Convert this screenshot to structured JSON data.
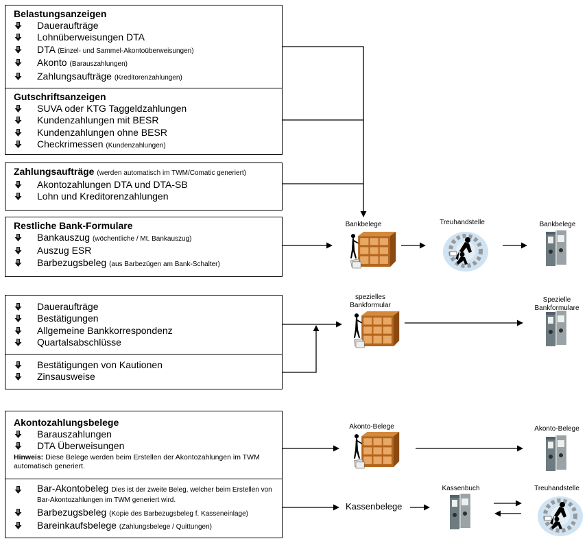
{
  "box1": {
    "title1": "Belastungsanzeigen",
    "items1": [
      {
        "text": "Daueraufträge",
        "note": ""
      },
      {
        "text": "Lohnüberweisungen DTA",
        "note": ""
      },
      {
        "text": "DTA",
        "note": "(Einzel- und Sammel-Akontoüberweisungen)"
      },
      {
        "text": "Akonto",
        "note": "(Barauszahlungen)"
      },
      {
        "text": "Zahlungsaufträge",
        "note": "(Kreditorenzahlungen)"
      }
    ],
    "title2": "Gutschriftsanzeigen",
    "items2": [
      {
        "text": "SUVA oder KTG Taggeldzahlungen",
        "note": ""
      },
      {
        "text": "Kundenzahlungen mit BESR",
        "note": ""
      },
      {
        "text": "Kundenzahlungen ohne BESR",
        "note": ""
      },
      {
        "text": "Checkrimessen",
        "note": "(Kundenzahlungen)"
      }
    ]
  },
  "box2": {
    "title": "Zahlungsaufträge",
    "title_note": "(werden automatisch im TWM/Comatic generiert)",
    "items": [
      {
        "text": "Akontozahlungen DTA und DTA-SB",
        "note": ""
      },
      {
        "text": "Lohn und Kreditorenzahlungen",
        "note": ""
      }
    ]
  },
  "box3": {
    "title": "Restliche Bank-Formulare",
    "items": [
      {
        "text": "Bankauszug",
        "note": "(wöchentliche / Mt. Bankauszug)"
      },
      {
        "text": "Auszug ESR",
        "note": ""
      },
      {
        "text": "Barbezugsbeleg",
        "note": "(aus Barbezügen am Bank-Schalter)"
      }
    ]
  },
  "box4": {
    "items1": [
      {
        "text": "Daueraufträge",
        "note": ""
      },
      {
        "text": "Bestätigungen",
        "note": ""
      },
      {
        "text": "Allgemeine Bankkorrespondenz",
        "note": ""
      },
      {
        "text": "Quartalsabschlüsse",
        "note": ""
      }
    ],
    "items2": [
      {
        "text": "Bestätigungen von Kautionen",
        "note": ""
      },
      {
        "text": "Zinsausweise",
        "note": ""
      }
    ]
  },
  "box5": {
    "title": "Akontozahlungsbelege",
    "items1": [
      {
        "text": "Barauszahlungen",
        "note": ""
      },
      {
        "text": "DTA Überweisungen",
        "note": ""
      }
    ],
    "hint_label": "Hinweis:",
    "hint_text": "Diese Belege werden beim Erstellen der Akontozahlungen im TWM automatisch generiert.",
    "items2": [
      {
        "text": "Bar-Akontobeleg",
        "note": "Dies ist der zweite Beleg, welcher beim Erstellen von Bar-Akontozahlungen im TWM generiert wird."
      },
      {
        "text": "Barbezugsbeleg",
        "note": "(Kopie des Barbezugsbeleg f. Kasseneinlage)"
      },
      {
        "text": "Bareinkaufsbelege",
        "note": "(Zahlungsbelege / Quittungen)"
      }
    ]
  },
  "labels": {
    "bankbelege": "Bankbelege",
    "treuhandstelle": "Treuhandstelle",
    "bankbelege_out": "Bankbelege",
    "spezielles_line1": "spezielles",
    "spezielles_line2": "Bankformular",
    "spezielle_line1": "Spezielle",
    "spezielle_line2": "Bankformulare",
    "akonto_belege": "Akonto-Belege",
    "akonto_belege_out": "Akonto-Belege",
    "kassenbuch": "Kassenbuch",
    "treuhandstelle2": "Treuhandstelle",
    "kassenbelege": "Kassenbelege"
  },
  "icons": [
    "filing-cabinet-person-icon",
    "treuhand-gear-icon",
    "binder-icon"
  ]
}
